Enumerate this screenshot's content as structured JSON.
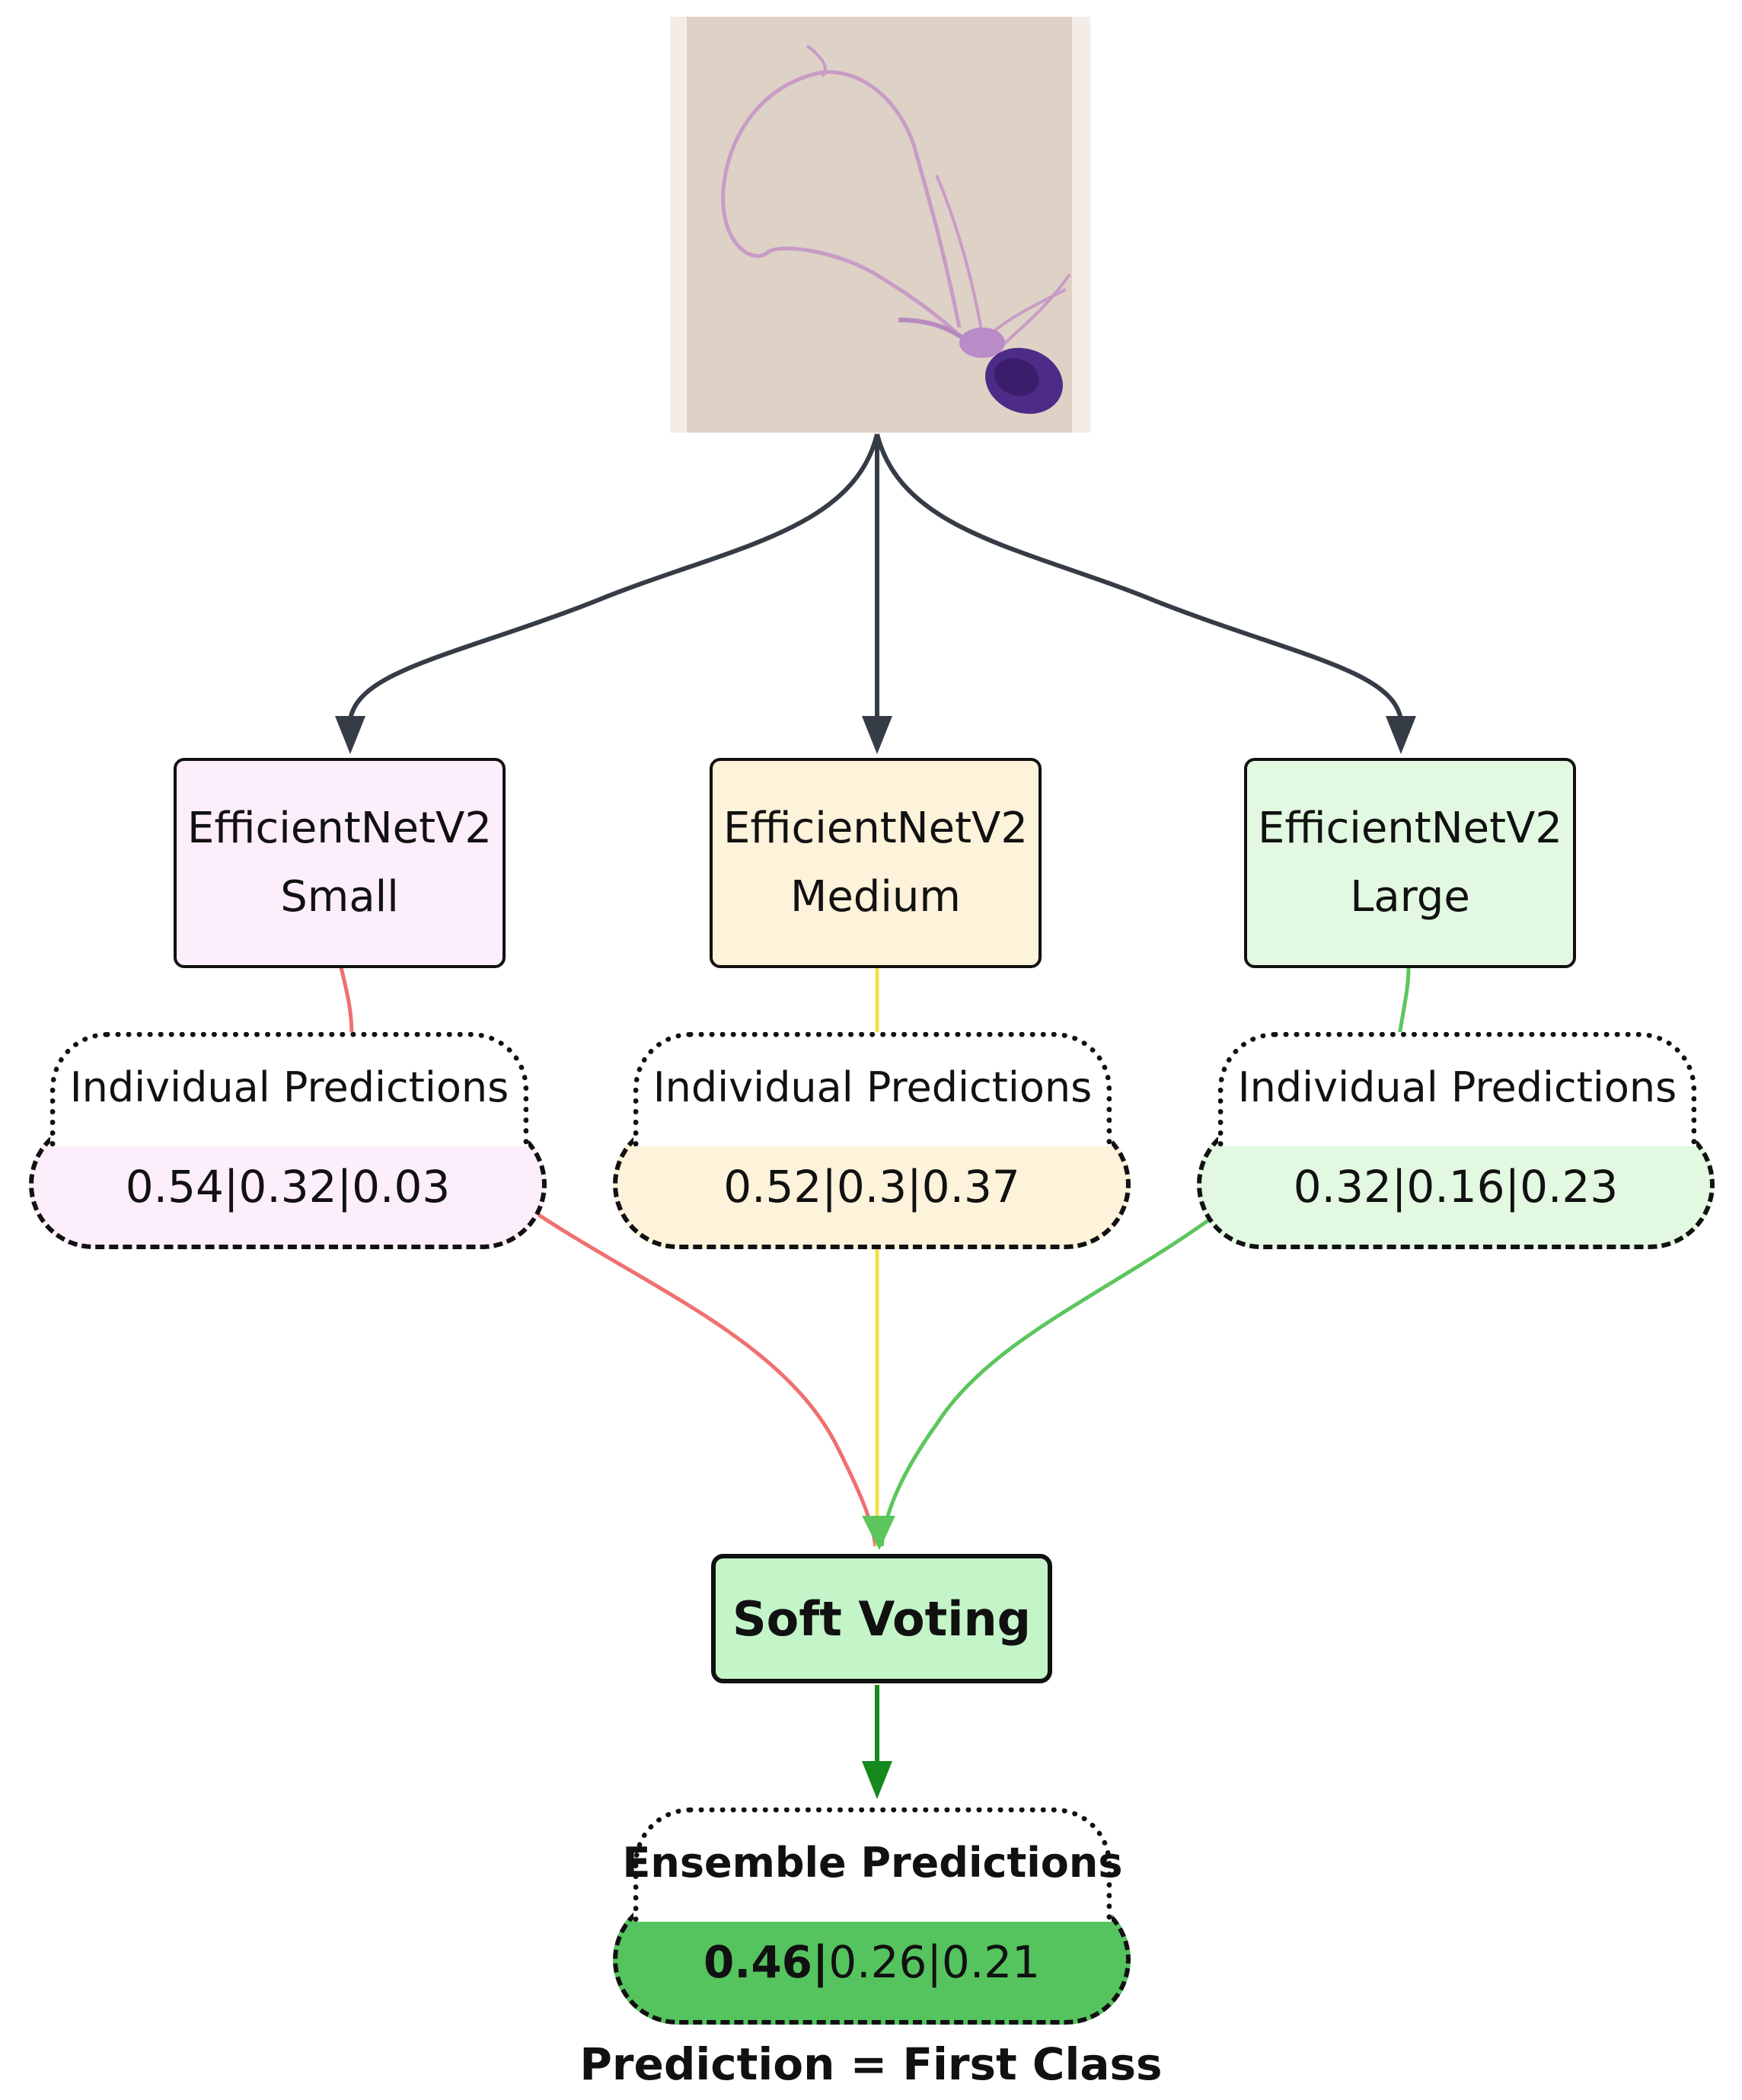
{
  "input_image": {
    "kind": "microscopy image of a stained flagellated cell"
  },
  "models": [
    {
      "line1": "EfficientNetV2",
      "line2": "Small",
      "fill": "#fdeefb",
      "edge_color": "#f07070"
    },
    {
      "line1": "EfficientNetV2",
      "line2": "Medium",
      "fill": "#fdf2da",
      "edge_color": "#f2df4a"
    },
    {
      "line1": "EfficientNetV2",
      "line2": "Large",
      "fill": "#e2f8e0",
      "edge_color": "#5cc65c"
    }
  ],
  "individual_predictions": [
    {
      "label": "Individual Predictions",
      "v1": "0.54",
      "v2": "0.32",
      "v3": "0.03",
      "sep": "|",
      "fill": "#fdeefb"
    },
    {
      "label": "Individual Predictions",
      "v1": "0.52",
      "v2": "0.3",
      "v3": "0.37",
      "sep": "|",
      "fill": "#fdf2da"
    },
    {
      "label": "Individual Predictions",
      "v1": "0.32",
      "v2": "0.16",
      "v3": "0.23",
      "sep": "|",
      "fill": "#e2f8e0"
    }
  ],
  "aggregator": {
    "label": "Soft Voting"
  },
  "ensemble": {
    "label": "Ensemble Predictions",
    "v1": "0.46",
    "v2": "0.26",
    "v3": "0.21",
    "sep": "|",
    "fill": "#55c45e"
  },
  "final": {
    "text": "Prediction = First Class"
  },
  "colors": {
    "arrow_dark": "#353c46",
    "arrow_final": "#16891e"
  }
}
